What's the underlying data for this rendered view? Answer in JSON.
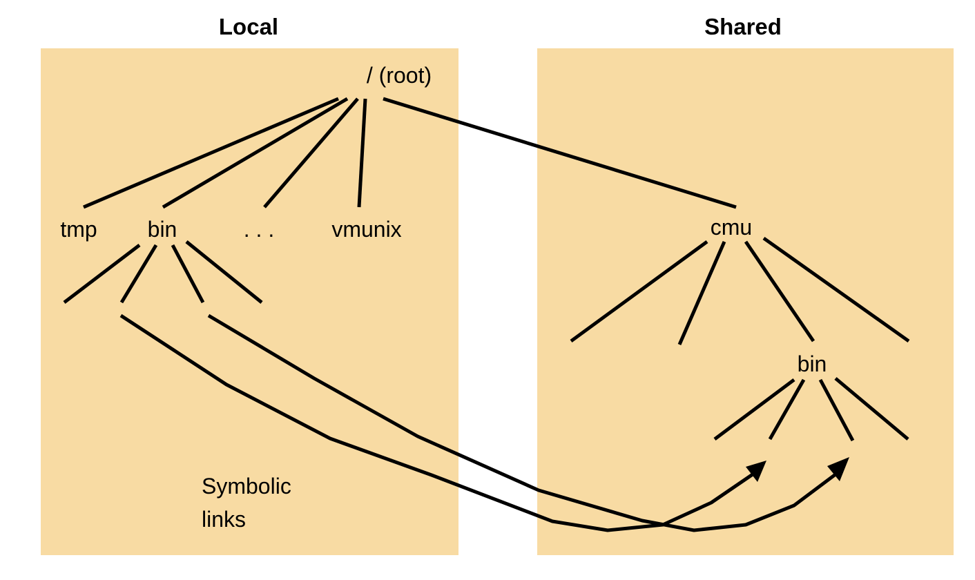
{
  "headings": {
    "local": "Local",
    "shared": "Shared"
  },
  "local_tree": {
    "root": "/ (root)",
    "children": [
      "tmp",
      "bin",
      ". . .",
      "vmunix"
    ]
  },
  "shared_tree": {
    "cmu": "cmu",
    "bin": "bin"
  },
  "caption": {
    "line1": "Symbolic",
    "line2": "links"
  },
  "colors": {
    "panel_fill": "#f8dba3",
    "line": "#000000"
  }
}
